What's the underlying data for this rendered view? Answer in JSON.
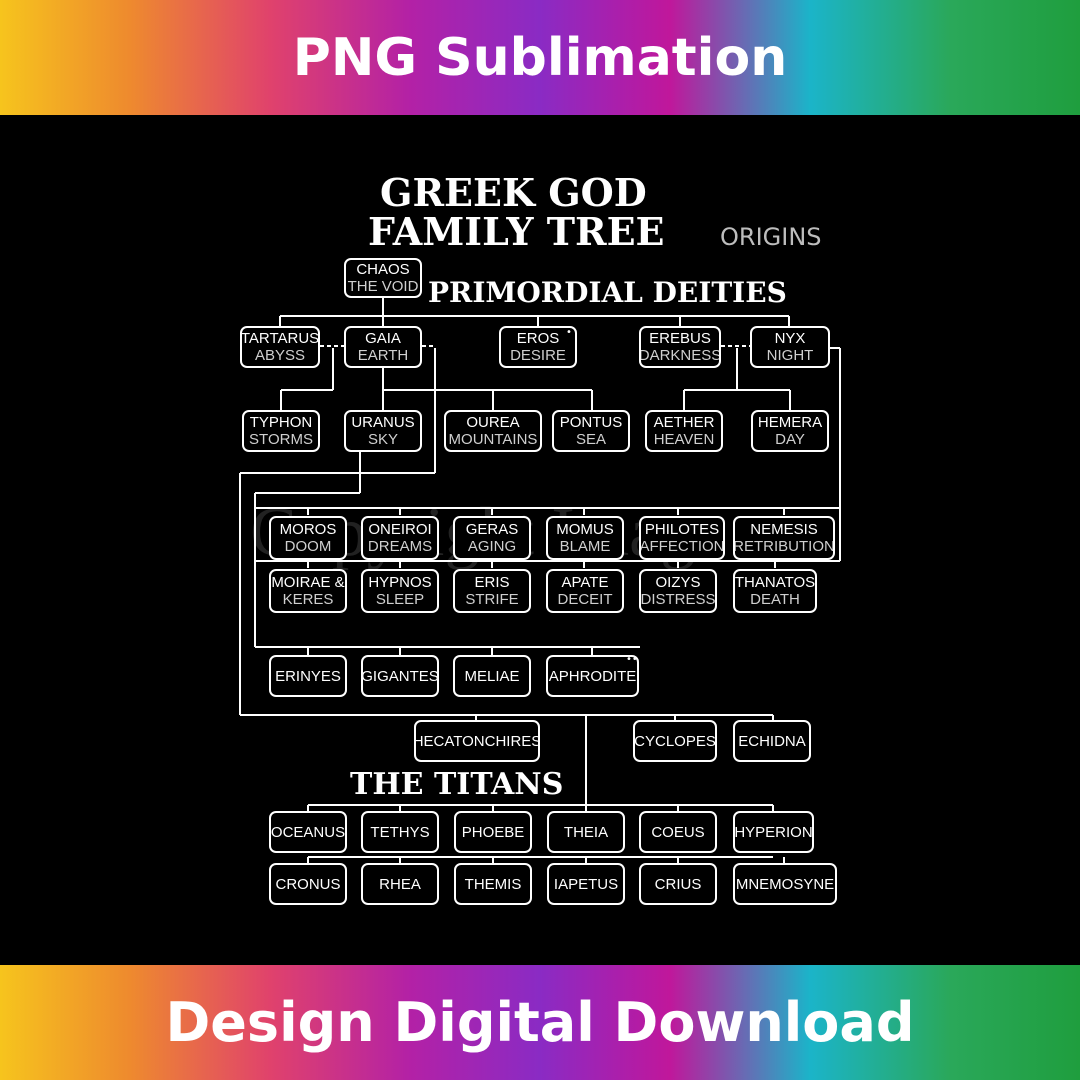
{
  "banner": {
    "top": "PNG Sublimation",
    "bottom": "Design Digital Download"
  },
  "title": {
    "line1": "GREEK GOD",
    "line2": "FAMILY TREE",
    "sub": "ORIGINS"
  },
  "sections": {
    "primordial": "PRIMORDIAL DEITIES",
    "titans": "THE TITANS"
  },
  "nodes": {
    "chaos": {
      "name": "CHAOS",
      "sub": "THE VOID"
    },
    "tartarus": {
      "name": "TARTARUS",
      "sub": "ABYSS"
    },
    "gaia": {
      "name": "GAIA",
      "sub": "EARTH"
    },
    "eros": {
      "name": "EROS",
      "sub": "DESIRE"
    },
    "erebus": {
      "name": "EREBUS",
      "sub": "DARKNESS"
    },
    "nyx": {
      "name": "NYX",
      "sub": "NIGHT"
    },
    "typhon": {
      "name": "TYPHON",
      "sub": "STORMS"
    },
    "uranus": {
      "name": "URANUS",
      "sub": "SKY"
    },
    "ourea": {
      "name": "OUREA",
      "sub": "MOUNTAINS"
    },
    "pontus": {
      "name": "PONTUS",
      "sub": "SEA"
    },
    "aether": {
      "name": "AETHER",
      "sub": "HEAVEN"
    },
    "hemera": {
      "name": "HEMERA",
      "sub": "DAY"
    },
    "moros": {
      "name": "MOROS",
      "sub": "DOOM"
    },
    "oneiroi": {
      "name": "ONEIROI",
      "sub": "DREAMS"
    },
    "geras": {
      "name": "GERAS",
      "sub": "AGING"
    },
    "momus": {
      "name": "MOMUS",
      "sub": "BLAME"
    },
    "philotes": {
      "name": "PHILOTES",
      "sub": "AFFECTION"
    },
    "nemesis": {
      "name": "NEMESIS",
      "sub": "RETRIBUTION"
    },
    "moirae": {
      "name": "MOIRAE &",
      "sub": "KERES"
    },
    "hypnos": {
      "name": "HYPNOS",
      "sub": "SLEEP"
    },
    "eris": {
      "name": "ERIS",
      "sub": "STRIFE"
    },
    "apate": {
      "name": "APATE",
      "sub": "DECEIT"
    },
    "oizys": {
      "name": "OIZYS",
      "sub": "DISTRESS"
    },
    "thanatos": {
      "name": "THANATOS",
      "sub": "DEATH"
    },
    "erinyes": {
      "name": "ERINYES"
    },
    "gigantes": {
      "name": "GIGANTES"
    },
    "meliae": {
      "name": "MELIAE"
    },
    "aphrodite": {
      "name": "APHRODITE"
    },
    "hecatonchires": {
      "name": "HECATONCHIRES"
    },
    "cyclopes": {
      "name": "CYCLOPES"
    },
    "echidna": {
      "name": "ECHIDNA"
    },
    "oceanus": {
      "name": "OCEANUS"
    },
    "tethys": {
      "name": "TETHYS"
    },
    "phoebe": {
      "name": "PHOEBE"
    },
    "theia": {
      "name": "THEIA"
    },
    "coeus": {
      "name": "COEUS"
    },
    "hyperion": {
      "name": "HYPERION"
    },
    "cronus": {
      "name": "CRONUS"
    },
    "rhea": {
      "name": "RHEA"
    },
    "themis": {
      "name": "THEMIS"
    },
    "iapetus": {
      "name": "IAPETUS"
    },
    "crius": {
      "name": "CRIUS"
    },
    "mnemosyne": {
      "name": "MNEMOSYNE"
    }
  }
}
